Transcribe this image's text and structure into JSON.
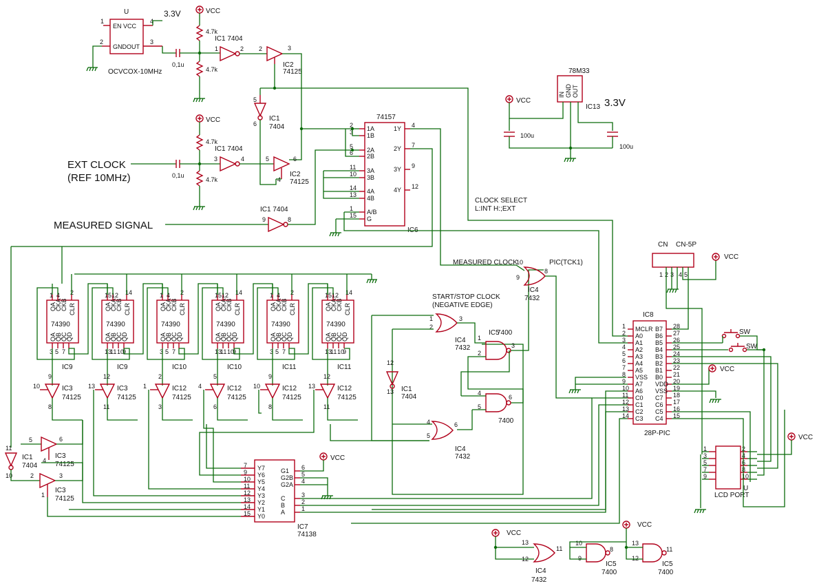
{
  "vcc": "VCC",
  "v33_small": "3.3V",
  "v33_big": "3.3V",
  "osc": {
    "ref": "U",
    "pins": {
      "en_vcc": "EN  VCC",
      "gnd_out": "GNDOUT"
    },
    "pin_nums": [
      "1",
      "2",
      "3",
      "4"
    ],
    "name": "OCVCOX-10MHz"
  },
  "cap_01u": "0,1u",
  "r_47k": "4.7k",
  "ic_1_7404": "IC1 7404",
  "ic1": "IC1",
  "ic2": "IC2",
  "ic3": "IC3",
  "ic4": "IC4",
  "ic5": "IC5",
  "ic6": "IC6",
  "ic7": "IC7",
  "ic8": "IC8",
  "ic9": "IC9",
  "ic10": "IC10",
  "ic11": "IC11",
  "ic12": "IC12",
  "ic13": "IC13",
  "p7404": "7404",
  "p74125": "74125",
  "p7432": "7432",
  "p7400": "7400",
  "p74390": "74390",
  "p74157": "74157",
  "p74138": "74138",
  "p78m33": "78M33",
  "reg_pins": [
    "IN",
    "GND",
    "OUT"
  ],
  "cap_100u": "100u",
  "ext_clock": "EXT CLOCK",
  "ref_10mhz": "(REF 10MHz)",
  "measured_signal": "MEASURED SIGNAL",
  "clock_select": "CLOCK SELECT",
  "clock_select2": "L:INT H:;EXT",
  "measured_clock": "MEASURED CLOCK",
  "pic_tck1": "PIC(TCK1)",
  "start_stop": "START/STOP CLOCK",
  "neg_edge": "(NEGATIVE EDGE)",
  "cn": "CN",
  "cn5p": "CN-5P",
  "sw": "SW",
  "pic28": "28P-PIC",
  "lcd_port": "LCD PORT",
  "u": "U",
  "mux": {
    "in": [
      [
        "2",
        "1A"
      ],
      [
        "3",
        "1B"
      ],
      [
        "5",
        "2A"
      ],
      [
        "6",
        "2B"
      ],
      [
        "11",
        "3A"
      ],
      [
        "10",
        "3B"
      ],
      [
        "14",
        "4A"
      ],
      [
        "13",
        "4B"
      ],
      [
        "1",
        "A/B"
      ],
      [
        "15",
        "G"
      ]
    ],
    "out": [
      [
        "4",
        "1Y"
      ],
      [
        "7",
        "2Y"
      ],
      [
        "9",
        "3Y"
      ],
      [
        "12",
        "4Y"
      ]
    ]
  },
  "counter": {
    "top": [
      "QA",
      "CKA",
      "CKB"
    ],
    "clr": "CLR",
    "bottom": [
      "QA",
      "QB",
      "QC",
      "QD"
    ]
  },
  "counter_pins": [
    [
      "1",
      "4",
      "2",
      "3",
      "5",
      "7"
    ],
    [
      "15",
      "12",
      "14",
      "13",
      "11",
      "10",
      "9"
    ],
    [
      "1",
      "4",
      "2",
      "3",
      "5",
      "7"
    ],
    [
      "15",
      "12",
      "14",
      "13",
      "11",
      "10",
      "9"
    ],
    [
      "1",
      "4",
      "2",
      "3",
      "5",
      "7"
    ],
    [
      "15",
      "12",
      "14",
      "13",
      "11",
      "10",
      "9"
    ]
  ],
  "dec": {
    "left": [
      [
        "7",
        "Y7"
      ],
      [
        "9",
        "Y6"
      ],
      [
        "10",
        "Y5"
      ],
      [
        "11",
        "Y4"
      ],
      [
        "12",
        "Y3"
      ],
      [
        "13",
        "Y2"
      ],
      [
        "14",
        "Y1"
      ],
      [
        "15",
        "Y0"
      ]
    ],
    "right": [
      [
        "6",
        "G1"
      ],
      [
        "5",
        "G2B"
      ],
      [
        "4",
        "G2A"
      ],
      [
        "3",
        "C"
      ],
      [
        "2",
        "B"
      ],
      [
        "1",
        "A"
      ]
    ]
  },
  "pic": {
    "left": [
      [
        "1",
        "MCLR"
      ],
      [
        "2",
        "A0"
      ],
      [
        "3",
        "A1"
      ],
      [
        "4",
        "A2"
      ],
      [
        "5",
        "A3"
      ],
      [
        "6",
        "A4"
      ],
      [
        "7",
        "A5"
      ],
      [
        "8",
        "VSS"
      ],
      [
        "9",
        "A7"
      ],
      [
        "10",
        "A6"
      ],
      [
        "11",
        "C0"
      ],
      [
        "12",
        "C1"
      ],
      [
        "13",
        "C2"
      ],
      [
        "14",
        "C3"
      ]
    ],
    "right": [
      [
        "28",
        "B7"
      ],
      [
        "27",
        "B6"
      ],
      [
        "26",
        "B5"
      ],
      [
        "25",
        "B4"
      ],
      [
        "24",
        "B3"
      ],
      [
        "23",
        "B2"
      ],
      [
        "22",
        "B1"
      ],
      [
        "21",
        "B0"
      ],
      [
        "20",
        "VDD"
      ],
      [
        "19",
        "VSS"
      ],
      [
        "18",
        "C7"
      ],
      [
        "17",
        "C6"
      ],
      [
        "16",
        "C5"
      ],
      [
        "15",
        "C4"
      ]
    ]
  },
  "lcd_left": [
    "1",
    "3",
    "5",
    "7",
    "9"
  ],
  "lcd_right": [
    "2",
    "4",
    "6",
    "8",
    "10"
  ],
  "buf_pins": [
    [
      "10",
      "9",
      "8"
    ],
    [
      "13",
      "12",
      "11"
    ],
    [
      "1",
      "2",
      "3"
    ],
    [
      "4",
      "5",
      "6"
    ],
    [
      "10",
      "9",
      "8"
    ],
    [
      "13",
      "12",
      "11"
    ]
  ],
  "pin_labels": {
    "gate4_2": "2",
    "gate4_1": "1",
    "gate4_3": "3",
    "gate5_1": "1",
    "gate5_2": "2",
    "gate5_3": "3",
    "gate5_4": "4",
    "gate5_5": "5",
    "gate5_6": "6",
    "gate4b_4": "4",
    "gate4b_5": "5",
    "gate4b_6": "6",
    "g9": "9",
    "g10": "10",
    "g8": "8"
  }
}
